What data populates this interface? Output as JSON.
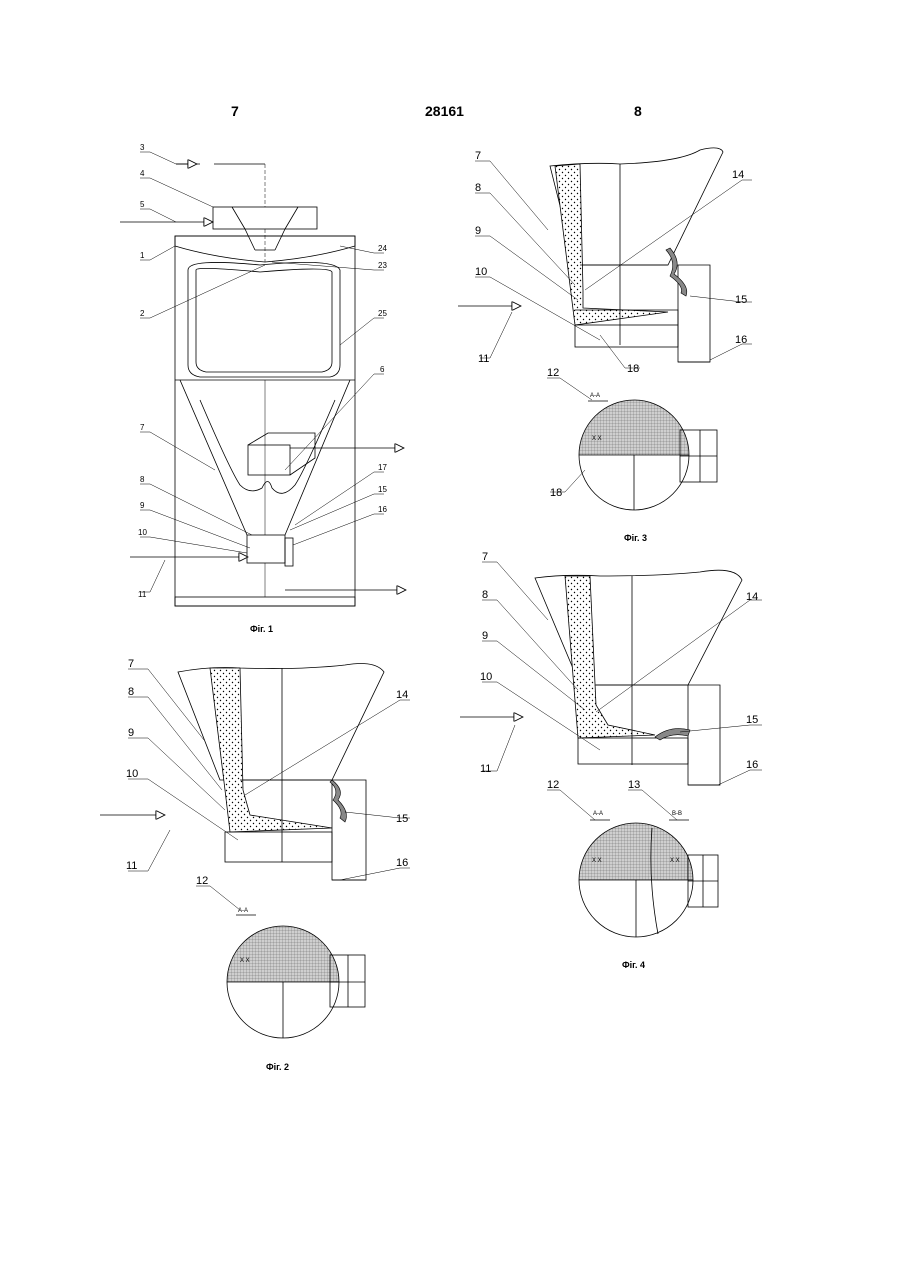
{
  "header": {
    "left_page": "7",
    "center_number": "28161",
    "right_page": "8"
  },
  "fig1": {
    "caption": "Фіг. 1",
    "labels": {
      "l3": "3",
      "l4": "4",
      "l5": "5",
      "l1": "1",
      "l2": "2",
      "l24": "24",
      "l23": "23",
      "l25": "25",
      "l6": "6",
      "l7": "7",
      "l17": "17",
      "l8": "8",
      "l15": "15",
      "l9": "9",
      "l16": "16",
      "l10": "10",
      "l11": "11"
    }
  },
  "fig2": {
    "caption": "Фіг. 2",
    "section": "A-A",
    "mark": "X X",
    "labels": {
      "l7": "7",
      "l8": "8",
      "l14": "14",
      "l9": "9",
      "l10": "10",
      "l11": "11",
      "l15": "15",
      "l16": "16",
      "l12": "12"
    }
  },
  "fig3": {
    "caption": "Фіг. 3",
    "section": "A-A",
    "mark": "X X",
    "labels": {
      "l7": "7",
      "l8": "8",
      "l14": "14",
      "l9": "9",
      "l10": "10",
      "l15": "15",
      "l11": "11",
      "l18": "18",
      "l16": "16",
      "l12": "12",
      "l18b": "18"
    }
  },
  "fig4": {
    "caption": "Фіг. 4",
    "section_a": "A-A",
    "section_b": "B-B",
    "mark_a": "X X",
    "mark_b": "X X",
    "labels": {
      "l7": "7",
      "l8": "8",
      "l14": "14",
      "l9": "9",
      "l10": "10",
      "l15": "15",
      "l11": "11",
      "l16": "16",
      "l12": "12",
      "l13": "13"
    }
  }
}
